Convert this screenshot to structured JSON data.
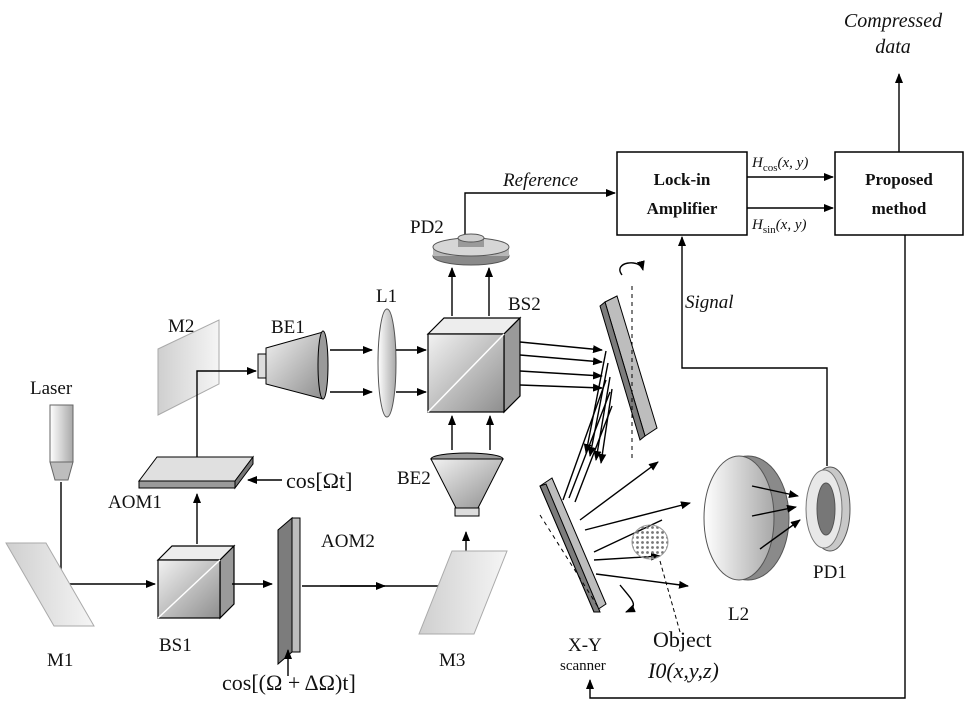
{
  "labels": {
    "compressed_line1": "Compressed",
    "compressed_line2": "data",
    "reference": "Reference",
    "lockin_line1": "Lock-in",
    "lockin_line2": "Amplifier",
    "proposed_line1": "Proposed",
    "proposed_line2": "method",
    "hcos_base": "H",
    "hcos_sub": "cos",
    "hcos_args": "(x, y)",
    "hsin_base": "H",
    "hsin_sub": "sin",
    "hsin_args": "(x, y)",
    "pd2": "PD2",
    "signal": "Signal",
    "m2": "M2",
    "be1": "BE1",
    "l1": "L1",
    "bs2": "BS2",
    "laser": "Laser",
    "aom1": "AOM1",
    "cos_omega_t": "cos[Ωt]",
    "be2": "BE2",
    "aom2": "AOM2",
    "m1": "M1",
    "bs1": "BS1",
    "m3": "M3",
    "cos_omega_delta": "cos[(Ω + ΔΩ)t]",
    "xy_line1": "X-Y",
    "xy_line2": "scanner",
    "object": "Object",
    "object_func": "I0(x,y,z)",
    "l2": "L2",
    "pd1": "PD1"
  },
  "colors": {
    "line": "#000000",
    "component_gray": "#b0b0b0",
    "component_light": "#d8d8d8"
  }
}
